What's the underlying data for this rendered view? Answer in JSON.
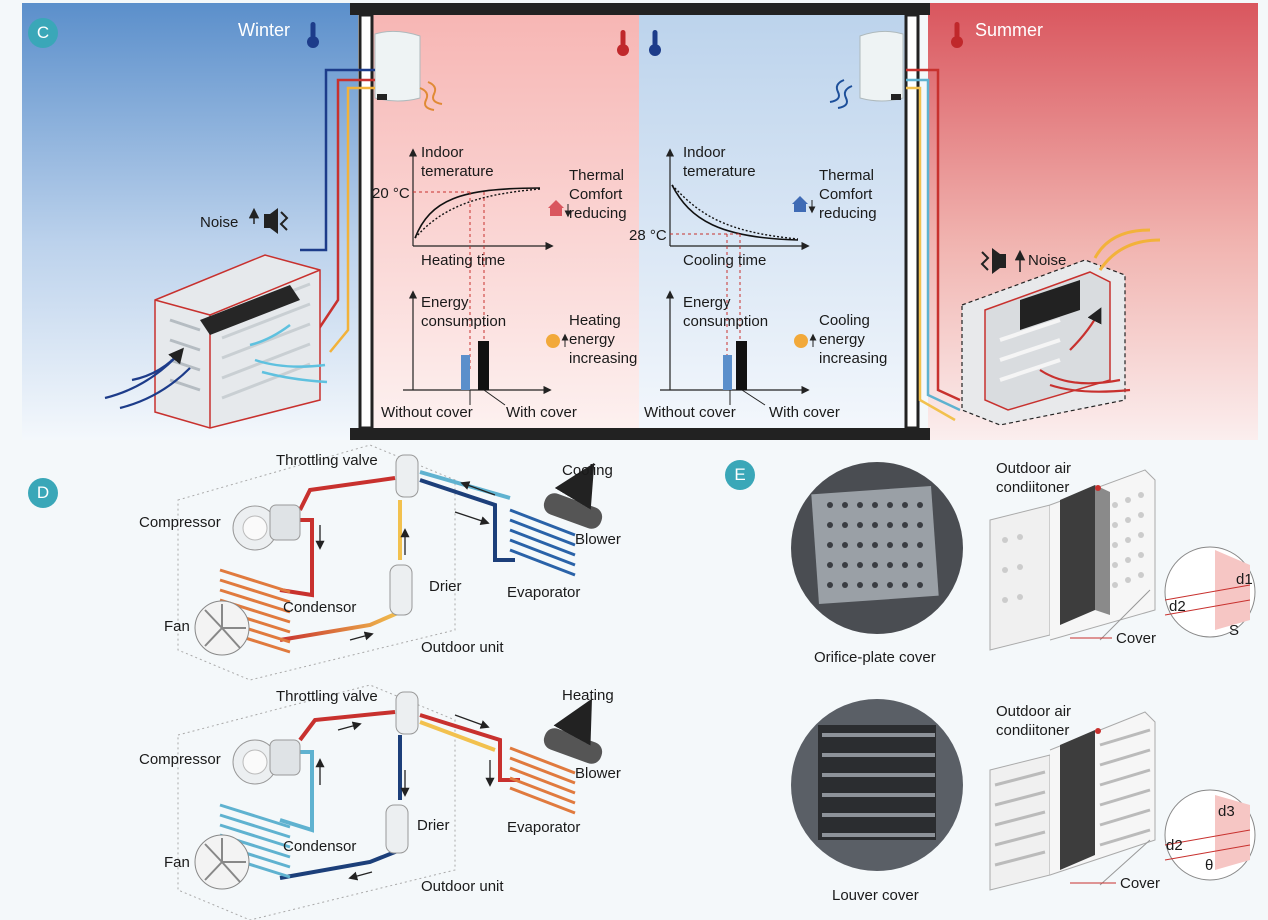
{
  "panel_c": {
    "badge": "C",
    "winter_label": "Winter",
    "summer_label": "Summer",
    "noise_left": "Noise",
    "noise_right": "Noise",
    "heating_chart": {
      "y_label": "Indoor temerature",
      "x_label": "Heating time",
      "temp_label": "20 °C",
      "effect": "Thermal Comfort reducing"
    },
    "cooling_chart": {
      "y_label": "Indoor temerature",
      "x_label": "Cooling time",
      "temp_label": "28 °C",
      "effect": "Thermal Comfort reducing"
    },
    "heating_energy": {
      "y_label": "Energy consumption",
      "effect": "Heating energy increasing",
      "without_label": "Without cover",
      "with_label": "With cover"
    },
    "cooling_energy": {
      "y_label": "Energy consumption",
      "effect": "Cooling energy increasing",
      "without_label": "Without cover",
      "with_label": "With cover"
    }
  },
  "panel_d": {
    "badge": "D",
    "cooling_cycle": {
      "mode": "Cooling",
      "throttling_valve": "Throttling valve",
      "compressor": "Compressor",
      "condensor": "Condensor",
      "fan": "Fan",
      "drier": "Drier",
      "blower": "Blower",
      "evaporator": "Evaporator",
      "outdoor_unit": "Outdoor unit"
    },
    "heating_cycle": {
      "mode": "Heating",
      "throttling_valve": "Throttling valve",
      "compressor": "Compressor",
      "condensor": "Condensor",
      "fan": "Fan",
      "drier": "Drier",
      "blower": "Blower",
      "evaporator": "Evaporator",
      "outdoor_unit": "Outdoor unit"
    }
  },
  "panel_e": {
    "badge": "E",
    "orifice": {
      "outdoor_ac": "Outdoor air condiitoner",
      "cover": "Cover",
      "photo_caption": "Orifice-plate cover",
      "d1": "d1",
      "d2": "d2",
      "s": "S"
    },
    "louver": {
      "outdoor_ac": "Outdoor air condiitoner",
      "cover": "Cover",
      "photo_caption": "Louver cover",
      "d3": "d3",
      "d2": "d2",
      "theta": "θ"
    }
  },
  "colors": {
    "winter_blue": "#5b8fcb",
    "summer_red": "#d9565e",
    "hot_pipe": "#c8312e",
    "cold_pipe": "#5fb2d0",
    "dark_pipe": "#1c3f7a",
    "badge": "#3aa7b8",
    "bar_without": "#5b8fcb",
    "bar_with": "#111111"
  }
}
